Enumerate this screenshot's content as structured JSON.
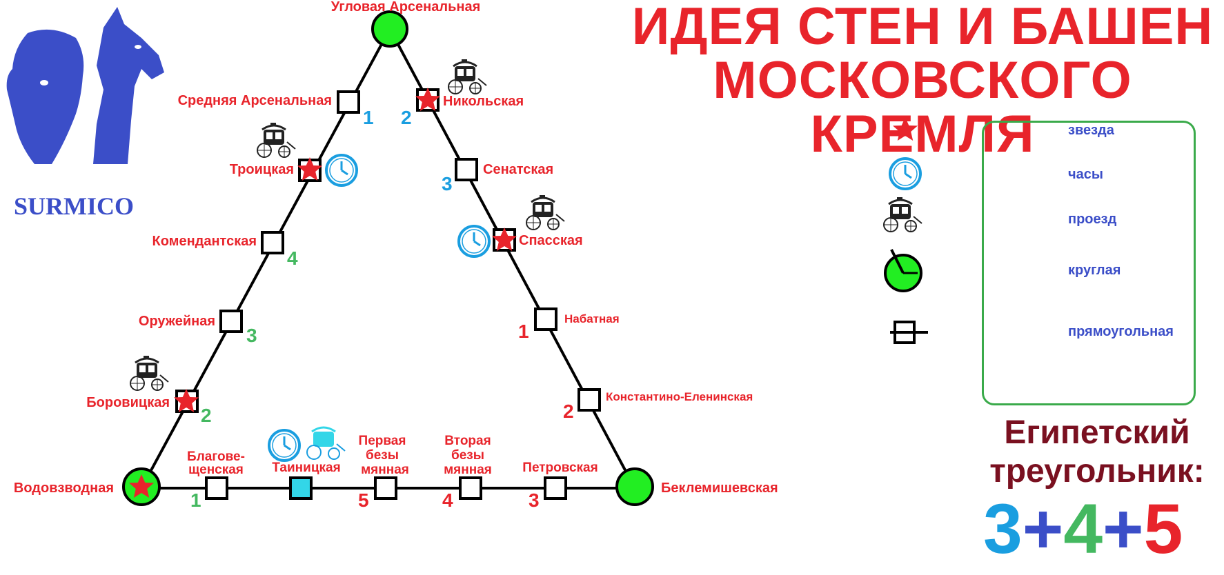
{
  "title": {
    "line1": "ИДЕЯ СТЕН И БАШЕН",
    "line2": "МОСКОВСКОГО КРЕМЛЯ"
  },
  "logo": {
    "text": "SURMICO"
  },
  "colors": {
    "red": "#e8242b",
    "blue": "#1a9ee0",
    "green": "#44b860",
    "round_fill": "#22ee22",
    "legend_text": "#3b4ec8",
    "dark_red": "#7a1020",
    "cyan": "#33d6e8"
  },
  "towers": {
    "uglovaya": "Угловая Арсенальная",
    "srednyaya": "Средняя Арсенальная",
    "troitskaya": "Троицкая",
    "komendantskaya": "Комендантская",
    "oruzheynaya": "Оружейная",
    "borovitskaya": "Боровицкая",
    "vodovzvodnaya": "Водовзводная",
    "nikolskaya": "Никольская",
    "senatskaya": "Сенатская",
    "spasskaya": "Спасская",
    "nabatnaya": "Набатная",
    "konstantino": "Константино-Еленинская",
    "beklemishevskaya": "Беклемишевская",
    "blagov_1": "Благове-",
    "blagov_2": "щенская",
    "tainitskaya": "Таиницкая",
    "pervaya_1": "Первая",
    "pervaya_2": "безы",
    "pervaya_3": "мянная",
    "vtoraya_1": "Вторая",
    "vtoraya_2": "безы",
    "vtoraya_3": "мянная",
    "petrovskaya": "Петровская"
  },
  "numbers": {
    "left": [
      "1",
      "4",
      "3",
      "2"
    ],
    "right": [
      "2",
      "3",
      "1",
      "2"
    ],
    "bottom": [
      "1",
      "5",
      "4",
      "3"
    ]
  },
  "legend": {
    "star": "звезда",
    "clock": "часы",
    "passage": "проезд",
    "round": "круглая",
    "rect": "прямоугольная"
  },
  "egypt": {
    "line1": "Египетский",
    "line2": "треугольник:"
  },
  "formula": {
    "a": "3",
    "plus1": "+",
    "b": "4",
    "plus2": "+",
    "c": "5"
  }
}
